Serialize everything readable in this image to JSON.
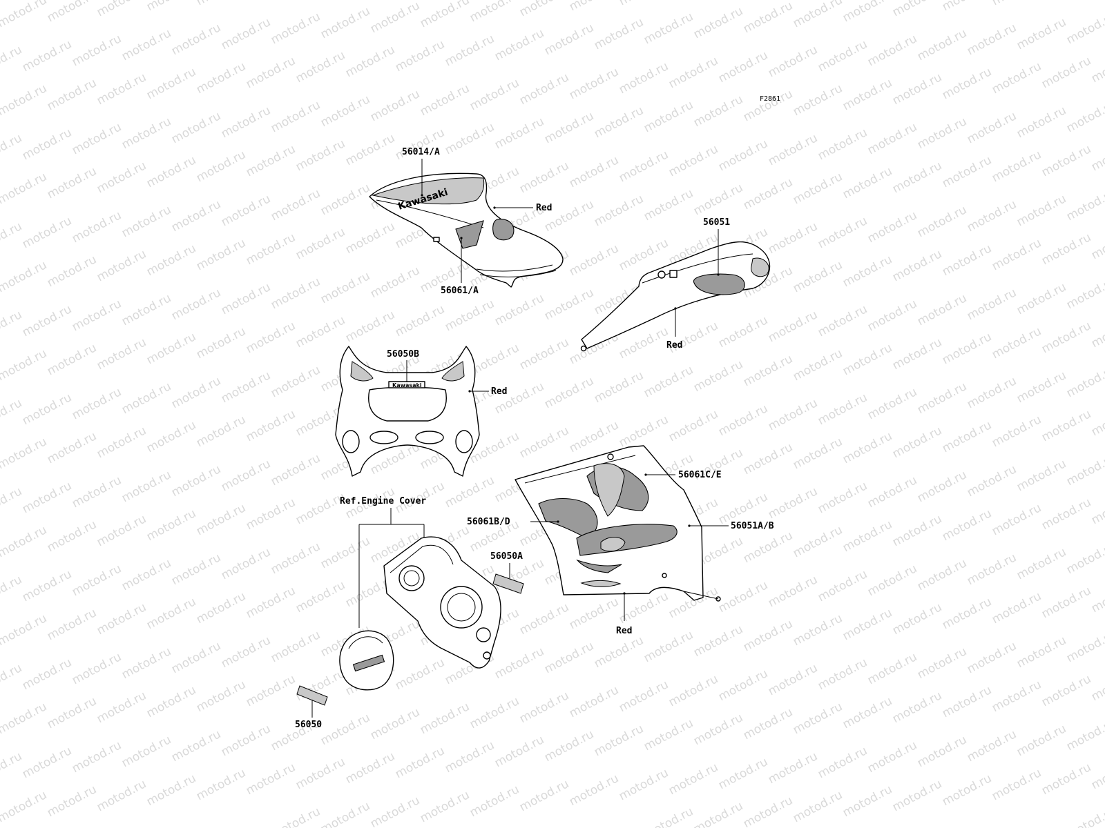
{
  "figure_code": "F2861",
  "watermark": "motod.ru",
  "brand_text": "Kawasaki",
  "callouts": {
    "upper_fairing_decal": "56014/A",
    "upper_fairing_stripe": "56061/A",
    "upper_fairing_color": "Red",
    "tail_cover_decal": "56051",
    "tail_cover_color": "Red",
    "front_cowl_decal": "56050B",
    "front_cowl_color": "Red",
    "ref_engine_cover": "Ref.Engine Cover",
    "engine_cover_emblem_a": "56050A",
    "engine_cover_emblem": "56050",
    "side_fairing_stripe_ce": "56061C/E",
    "side_fairing_stripe_bd": "56061B/D",
    "side_fairing_decal_ab": "56051A/B",
    "side_fairing_color": "Red"
  }
}
